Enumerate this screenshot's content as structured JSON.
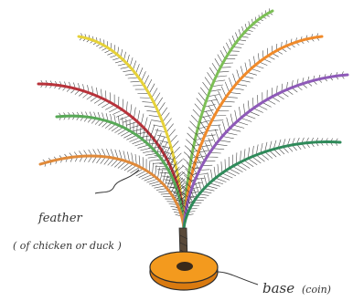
{
  "labels": {
    "feather": "feather",
    "feather_note": "( of chicken or duck )",
    "base": "base",
    "base_note": "(coin)"
  },
  "colors": {
    "stroke": "#2b2b2b",
    "coin": "#f39a1e",
    "coin_shadow": "#d97a10",
    "stem": "#5a4a3a"
  },
  "feathers": [
    {
      "name": "feather-yellow-left",
      "color": "#e6d23a"
    },
    {
      "name": "feather-red-left",
      "color": "#b8323a"
    },
    {
      "name": "feather-green-left",
      "color": "#58a957"
    },
    {
      "name": "feather-orange-left",
      "color": "#e08a3a"
    },
    {
      "name": "feather-green-top",
      "color": "#7cbf56"
    },
    {
      "name": "feather-orange-right",
      "color": "#f08a2a"
    },
    {
      "name": "feather-purple-right",
      "color": "#8e5ab8"
    },
    {
      "name": "feather-darkgreen-right",
      "color": "#2f8a5a"
    }
  ]
}
